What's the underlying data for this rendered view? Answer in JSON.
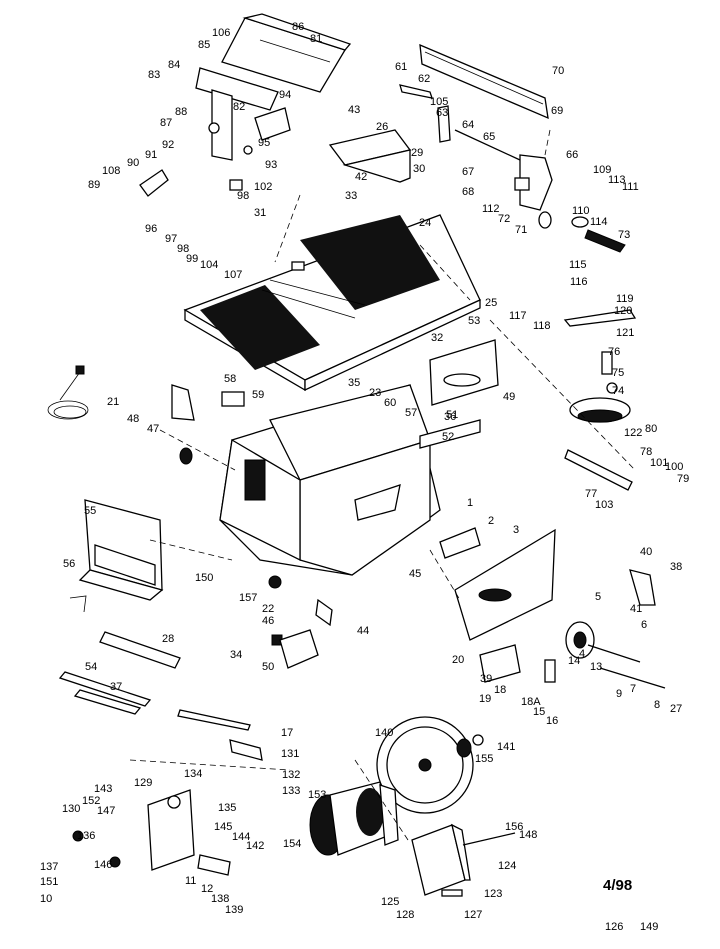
{
  "part_numbers": [
    "106",
    "86",
    "81",
    "85",
    "84",
    "83",
    "82",
    "94",
    "88",
    "87",
    "92",
    "91",
    "90",
    "108",
    "89",
    "93",
    "95",
    "102",
    "98",
    "43",
    "26",
    "29",
    "30",
    "42",
    "33",
    "31",
    "96",
    "97",
    "98",
    "99",
    "104",
    "107",
    "24",
    "61",
    "62",
    "105",
    "63",
    "64",
    "65",
    "67",
    "68",
    "66",
    "109",
    "113",
    "111",
    "112",
    "72",
    "71",
    "110",
    "114",
    "73",
    "70",
    "69",
    "25",
    "53",
    "32",
    "115",
    "116",
    "117",
    "118",
    "119",
    "120",
    "121",
    "76",
    "75",
    "74",
    "122",
    "80",
    "78",
    "101",
    "100",
    "79",
    "77",
    "103",
    "21",
    "58",
    "59",
    "48",
    "47",
    "35",
    "23",
    "60",
    "57",
    "36",
    "52",
    "49",
    "51",
    "1",
    "2",
    "3",
    "55",
    "56",
    "150",
    "157",
    "22",
    "46",
    "45",
    "44",
    "40",
    "38",
    "5",
    "41",
    "6",
    "7",
    "9",
    "8",
    "27",
    "28",
    "54",
    "37",
    "34",
    "50",
    "20",
    "4",
    "13",
    "14",
    "39",
    "18",
    "19",
    "18A",
    "15",
    "16",
    "17",
    "131",
    "132",
    "133",
    "134",
    "129",
    "135",
    "145",
    "144",
    "142",
    "143",
    "152",
    "130",
    "147",
    "136",
    "146",
    "137",
    "151",
    "10",
    "11",
    "12",
    "138",
    "139",
    "140",
    "141",
    "155",
    "153",
    "154",
    "156",
    "148",
    "124",
    "125",
    "128",
    "127",
    "123",
    "126",
    "149"
  ],
  "date_mark": "4/98",
  "icons": [
    "table-saw-top",
    "base-cabinet",
    "saw-blade",
    "motor",
    "fence-rail",
    "miter-gauge",
    "blade-guard",
    "power-cord"
  ]
}
